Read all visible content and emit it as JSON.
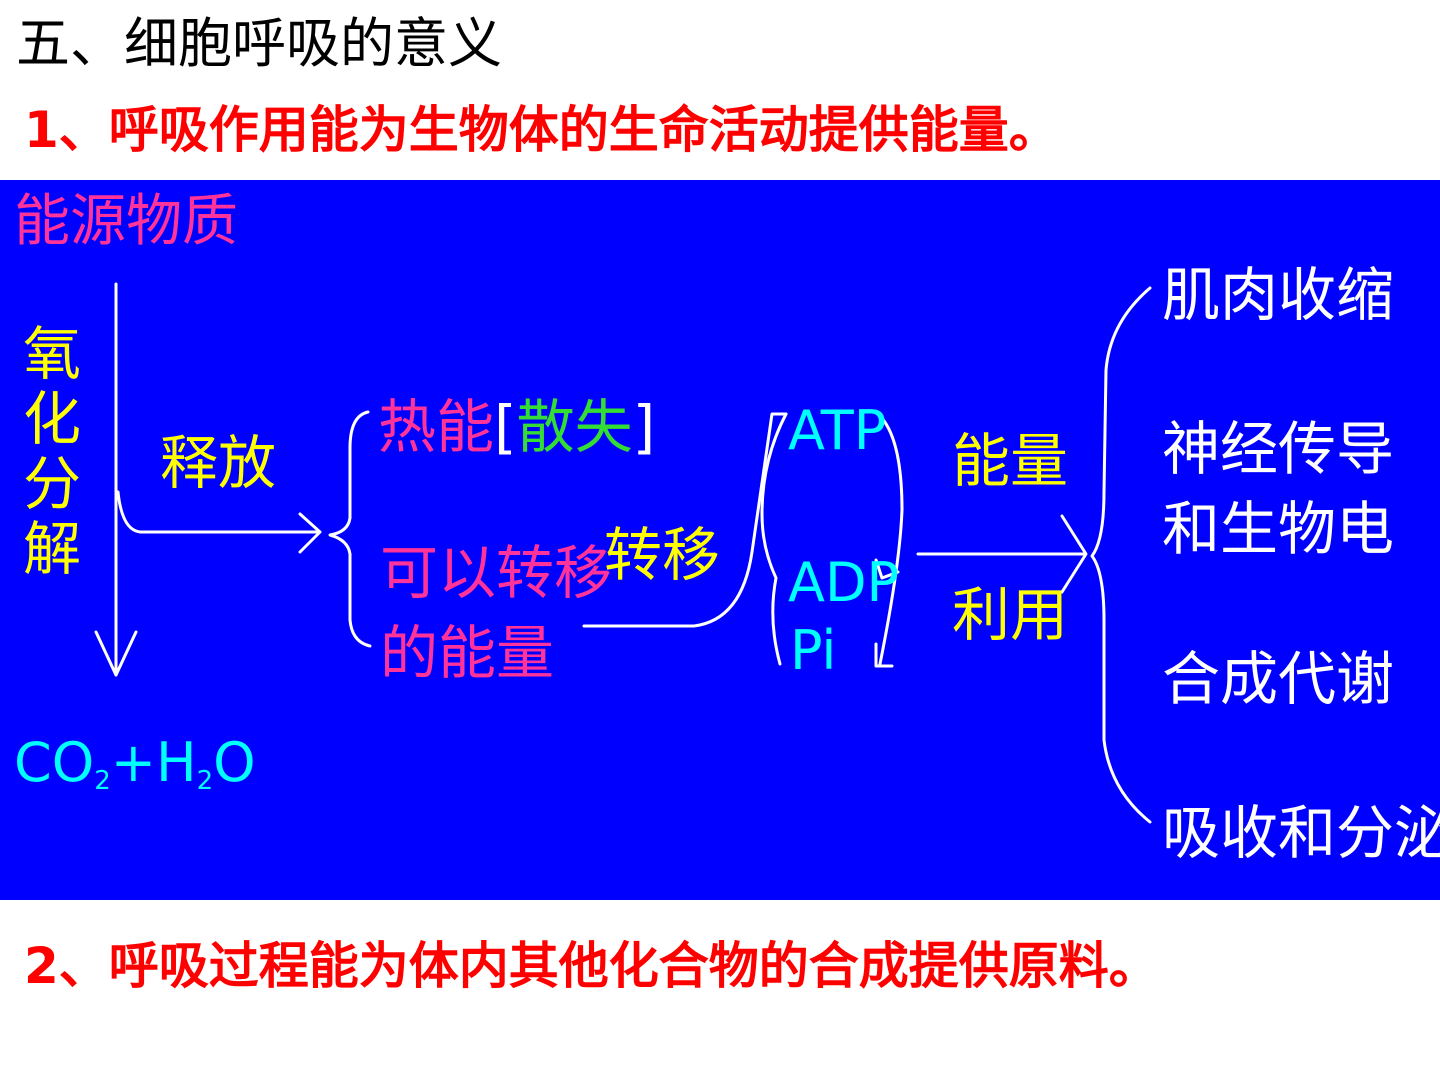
{
  "title": "五、细胞呼吸的意义",
  "point1": "1、呼吸作用能为生物体的生命活动提供能量。",
  "point2": "2、呼吸过程能为体内其他化合物的合成提供原料。",
  "diagram": {
    "energy_source": "能源物质",
    "oxidation": "氧化分解",
    "release": "释放",
    "products": {
      "co": "CO",
      "two_a": "2",
      "plus_h": "+H",
      "two_b": "2",
      "o": "O"
    },
    "heat": "热能",
    "bracket_open": "[",
    "lost": "散失",
    "bracket_close": "]",
    "transferable_line1": "可以转移",
    "transferable_line2": "的能量",
    "transfer": "转移",
    "atp": "ATP",
    "adp": "ADP",
    "pi": "Pi",
    "energy": "能量",
    "use": "利用",
    "uses": [
      "肌肉收缩",
      "神经传导",
      "和生物电",
      "合成代谢",
      "吸收和分泌"
    ]
  },
  "colors": {
    "panel": "#0000ff",
    "magenta": "#ff3399",
    "yellow": "#ffff00",
    "green": "#33dd33",
    "cyan": "#00ffff",
    "white": "#ffffff",
    "red": "#ff0000"
  }
}
